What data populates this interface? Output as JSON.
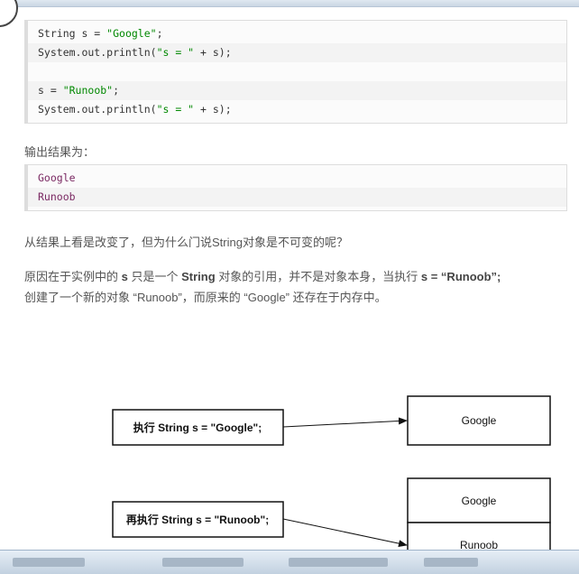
{
  "code_block_1": {
    "lines": [
      {
        "t1": "String s = ",
        "t2": "\"Google\"",
        "t3": ";"
      },
      {
        "t1": "System.out.println(",
        "t2": "\"s = \"",
        "t3": " + s);"
      },
      {
        "t1": "",
        "t2": "",
        "t3": ""
      },
      {
        "t1": "s = ",
        "t2": "\"Runoob\"",
        "t3": ";"
      },
      {
        "t1": "System.out.println(",
        "t2": "\"s = \"",
        "t3": " + s);"
      }
    ]
  },
  "output_label": "输出结果为：",
  "code_block_2": {
    "lines": [
      "Google",
      "Runoob"
    ]
  },
  "question": "从结果上看是改变了，但为什么门说String对象是不可变的呢？",
  "explanation": {
    "p1": "原因在于实例中的 ",
    "b1": "s",
    "p2": " 只是一个 ",
    "b2": "String",
    "p3": " 对象的引用，并不是对象本身，当执行 ",
    "b3": "s = “Runoob”;",
    "line2": "创建了一个新的对象 “Runoob”，而原来的 “Google” 还存在于内存中。"
  },
  "diagram": {
    "box1_label": "执行 String s = \"Google\";",
    "box2_label": "再执行 String s = \"Runoob\";",
    "obj1_label": "Google",
    "obj2_top_label": "Google",
    "obj2_bottom_label": "Runoob"
  },
  "colors": {
    "string_literal": "#008800",
    "output_text": "#7a2862",
    "body_text": "#555555"
  }
}
